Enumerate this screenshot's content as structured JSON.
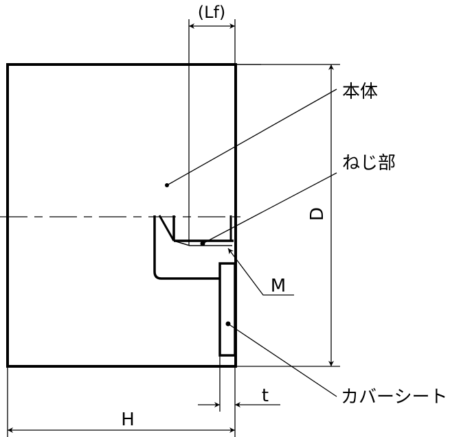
{
  "labels": {
    "lf": "(Lf)",
    "body": "本体",
    "thread": "ねじ部",
    "m": "M",
    "d": "D",
    "cover_sheet": "カバーシート",
    "t": "t",
    "h": "H"
  },
  "colors": {
    "line": "#000000",
    "background": "#ffffff"
  }
}
